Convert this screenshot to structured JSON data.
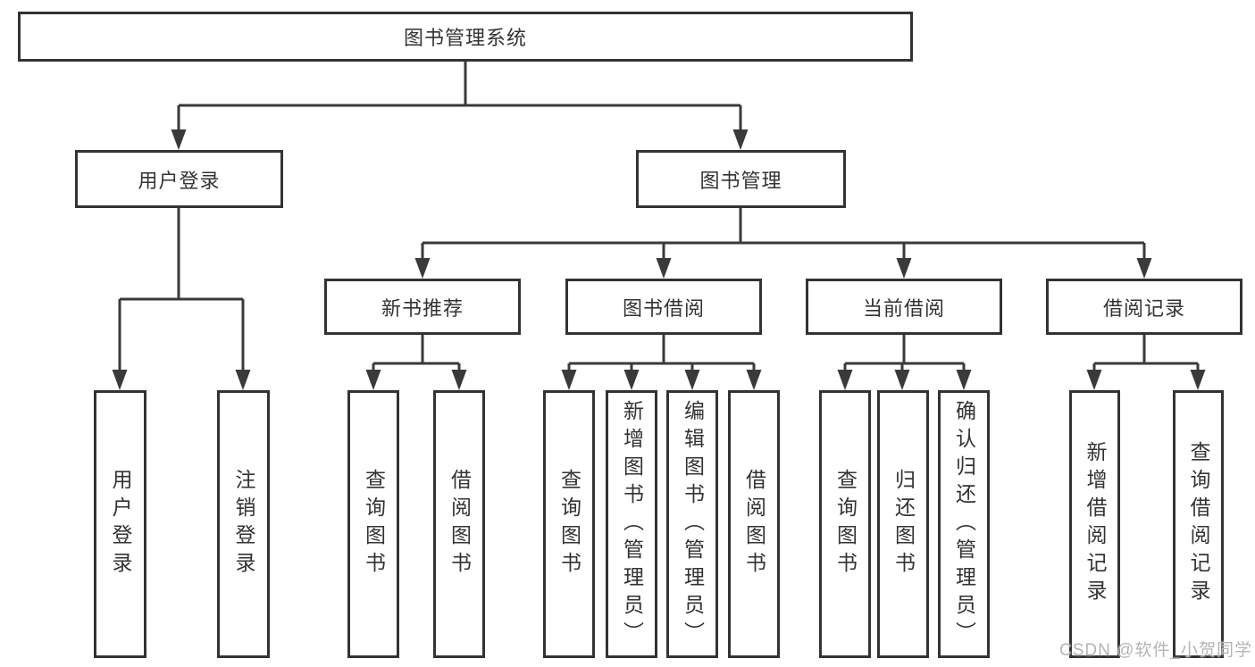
{
  "diagram": {
    "title": "图书管理系统",
    "branches": [
      {
        "label": "用户登录",
        "leaves": [
          "用户登录",
          "注销登录"
        ]
      },
      {
        "label": "图书管理",
        "groups": [
          {
            "label": "新书推荐",
            "leaves": [
              "查询图书",
              "借阅图书"
            ]
          },
          {
            "label": "图书借阅",
            "leaves": [
              "查询图书",
              "新增图书（管理员）",
              "编辑图书（管理员）",
              "借阅图书"
            ]
          },
          {
            "label": "当前借阅",
            "leaves": [
              "查询图书",
              "归还图书",
              "确认归还（管理员）"
            ]
          },
          {
            "label": "借阅记录",
            "leaves": [
              "新增借阅记录",
              "查询借阅记录"
            ]
          }
        ]
      }
    ]
  },
  "watermark": "CSDN @软件_小贺同学",
  "colors": {
    "line": "#3a3a3a",
    "box_border": "#333333",
    "box_fill": "#ffffff",
    "text": "#333333",
    "watermark_text": "#b4b4b4",
    "background": "#ffffff"
  }
}
